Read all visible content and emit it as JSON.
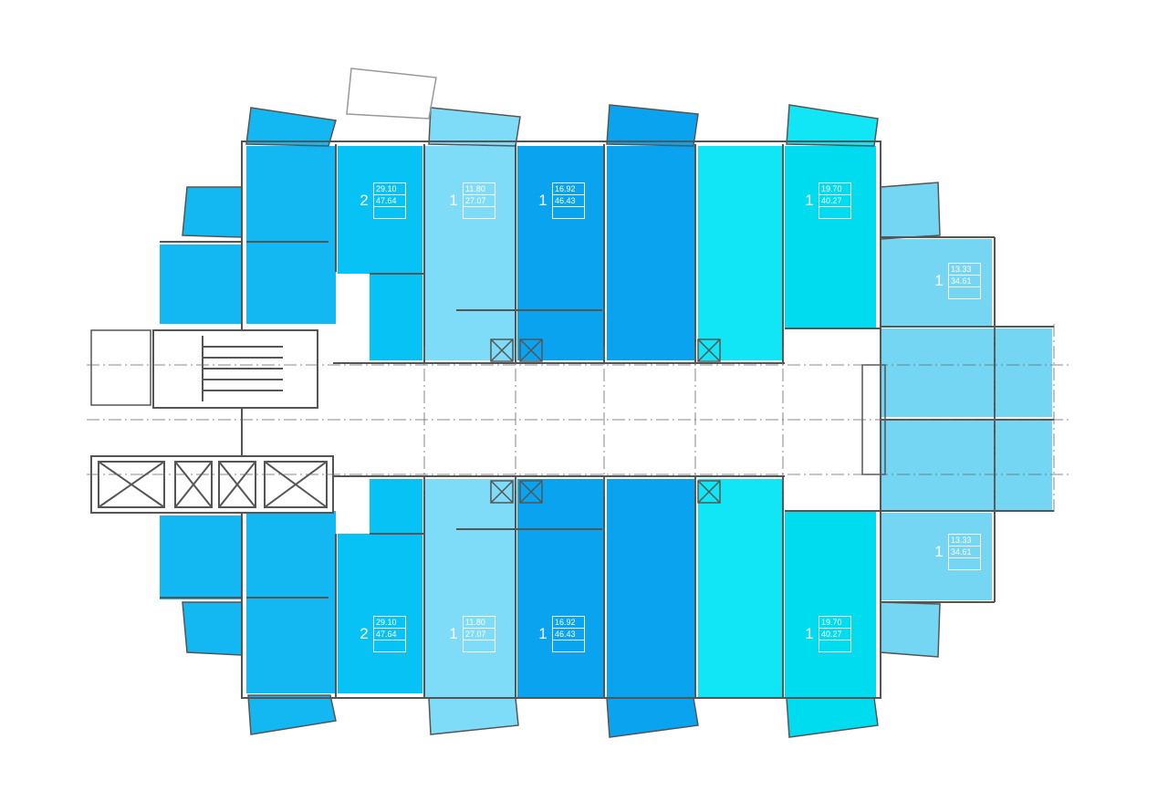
{
  "colors": {
    "deep_blue": "#0aa3ef",
    "mid_blue": "#13b8f2",
    "bright_blue": "#06c2f5",
    "light_blue": "#7fdcf8",
    "pale_blue": "#74d6f2",
    "cyan": "#10e6f6",
    "aqua": "#00dcef",
    "wall": "#555555",
    "core": "#ffffff"
  },
  "apartments": [
    {
      "rooms": "2",
      "living_area": "29.10",
      "total_area": "47.64",
      "color": "#06c2f5"
    },
    {
      "rooms": "1",
      "living_area": "11.80",
      "total_area": "27.07",
      "color": "#7fdcf8"
    },
    {
      "rooms": "1",
      "living_area": "16.92",
      "total_area": "46.43",
      "color": "#0aa3ef"
    },
    {
      "rooms": "1",
      "living_area": "19.70",
      "total_area": "40.27",
      "color": "#10e6f6"
    },
    {
      "rooms": "1",
      "living_area": "13.33",
      "total_area": "34.61",
      "color": "#74d6f2"
    },
    {
      "rooms": "1",
      "living_area": "13.33",
      "total_area": "34.61",
      "color": "#74d6f2"
    },
    {
      "rooms": "2",
      "living_area": "29.10",
      "total_area": "47.64",
      "color": "#06c2f5"
    },
    {
      "rooms": "1",
      "living_area": "11.80",
      "total_area": "27.07",
      "color": "#7fdcf8"
    },
    {
      "rooms": "1",
      "living_area": "16.92",
      "total_area": "46.43",
      "color": "#0aa3ef"
    },
    {
      "rooms": "1",
      "living_area": "19.70",
      "total_area": "40.27",
      "color": "#10e6f6"
    }
  ]
}
